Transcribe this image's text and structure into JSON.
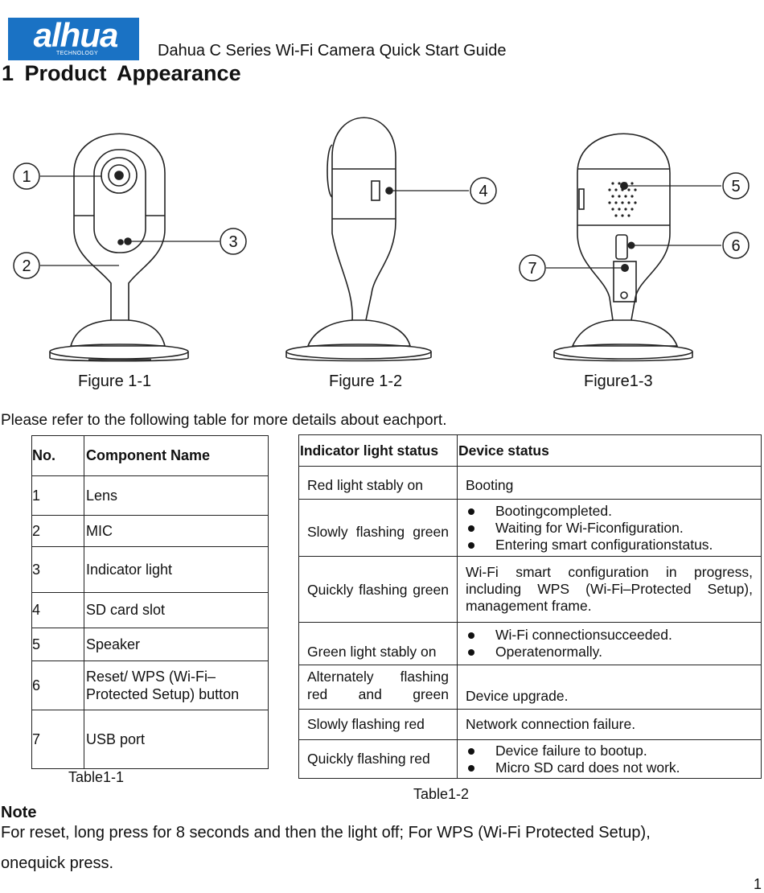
{
  "header": {
    "logo_text": "alhua",
    "logo_sub": "TECHNOLOGY",
    "title": "Dahua C Series Wi-Fi Camera Quick Start Guide"
  },
  "section_title": "1 Product Appearance",
  "figures": {
    "labels": [
      "Figure 1-1",
      "Figure 1-2",
      "Figure1-3"
    ],
    "callouts": [
      "1",
      "2",
      "3",
      "4",
      "5",
      "6",
      "7"
    ]
  },
  "intro": "Please refer to the following table for more details about eachport.",
  "table1": {
    "headers": [
      "No.",
      "Component Name"
    ],
    "rows": [
      [
        "1",
        "Lens"
      ],
      [
        "2",
        "MIC"
      ],
      [
        "3",
        "Indicator light"
      ],
      [
        "4",
        "SD card slot"
      ],
      [
        "5",
        "Speaker"
      ],
      [
        "6",
        "Reset/ WPS (Wi-Fi– Protected Setup) button"
      ],
      [
        "7",
        "USB port"
      ]
    ],
    "caption": "Table1-1"
  },
  "table2": {
    "headers": [
      "Indicator light status",
      "Device status"
    ],
    "rows": [
      {
        "status": "Red light stably on",
        "device": "Booting"
      },
      {
        "status": "Slowly flashing green",
        "device_list": [
          "Bootingcompleted.",
          "Waiting for Wi-Ficonfiguration.",
          "Entering smart configurationstatus."
        ]
      },
      {
        "status": "Quickly flashing green",
        "device": "Wi-Fi smart configuration in progress, including WPS (Wi-Fi–Protected Setup), management frame."
      },
      {
        "status": "Green light stably on",
        "device_list": [
          "Wi-Fi connectionsucceeded.",
          "Operatenormally."
        ]
      },
      {
        "status": "Alternately flashing red and green",
        "device": "Device upgrade."
      },
      {
        "status": "Slowly flashing red",
        "device": "Network connection failure."
      },
      {
        "status": "Quickly flashing red",
        "device_list": [
          "Device failure to bootup.",
          "Micro SD card does not work."
        ]
      }
    ],
    "caption": "Table1-2"
  },
  "note": {
    "heading": "Note",
    "line1": "For reset, long press for 8 seconds and then the light off; For WPS (Wi-Fi Protected Setup),",
    "line2": "onequick press."
  },
  "page_number": "1",
  "colors": {
    "logo_blue": "#1a72c4",
    "text": "#111111"
  }
}
